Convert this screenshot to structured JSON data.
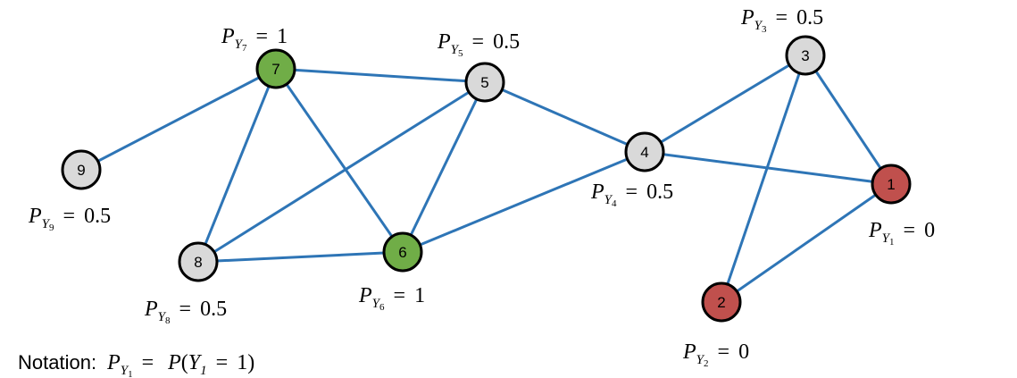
{
  "colors": {
    "edge": "#2e75b6",
    "gray": "#d9d9d9",
    "green": "#70ad47",
    "red": "#c0504d"
  },
  "nodes": [
    {
      "id": "1",
      "fill": "red",
      "value": "0"
    },
    {
      "id": "2",
      "fill": "red",
      "value": "0"
    },
    {
      "id": "3",
      "fill": "gray",
      "value": "0.5"
    },
    {
      "id": "4",
      "fill": "gray",
      "value": "0.5"
    },
    {
      "id": "5",
      "fill": "gray",
      "value": "0.5"
    },
    {
      "id": "6",
      "fill": "green",
      "value": "1"
    },
    {
      "id": "7",
      "fill": "green",
      "value": "1"
    },
    {
      "id": "8",
      "fill": "gray",
      "value": "0.5"
    },
    {
      "id": "9",
      "fill": "gray",
      "value": "0.5"
    }
  ],
  "edges": [
    [
      "9",
      "7"
    ],
    [
      "7",
      "5"
    ],
    [
      "7",
      "8"
    ],
    [
      "7",
      "6"
    ],
    [
      "5",
      "8"
    ],
    [
      "5",
      "6"
    ],
    [
      "5",
      "4"
    ],
    [
      "8",
      "6"
    ],
    [
      "6",
      "4"
    ],
    [
      "4",
      "3"
    ],
    [
      "4",
      "1"
    ],
    [
      "3",
      "1"
    ],
    [
      "3",
      "2"
    ],
    [
      "1",
      "2"
    ]
  ],
  "label_parts": {
    "p": "P",
    "y": "Y",
    "eq": "="
  },
  "notation": {
    "prefix": "Notation:",
    "p": "P",
    "y": "Y",
    "sub": "1",
    "eq": "=",
    "func": "P",
    "open": "(",
    "var": "Y",
    "var_sub": "1",
    "eq2": "=",
    "val": "1",
    "close": ")"
  }
}
